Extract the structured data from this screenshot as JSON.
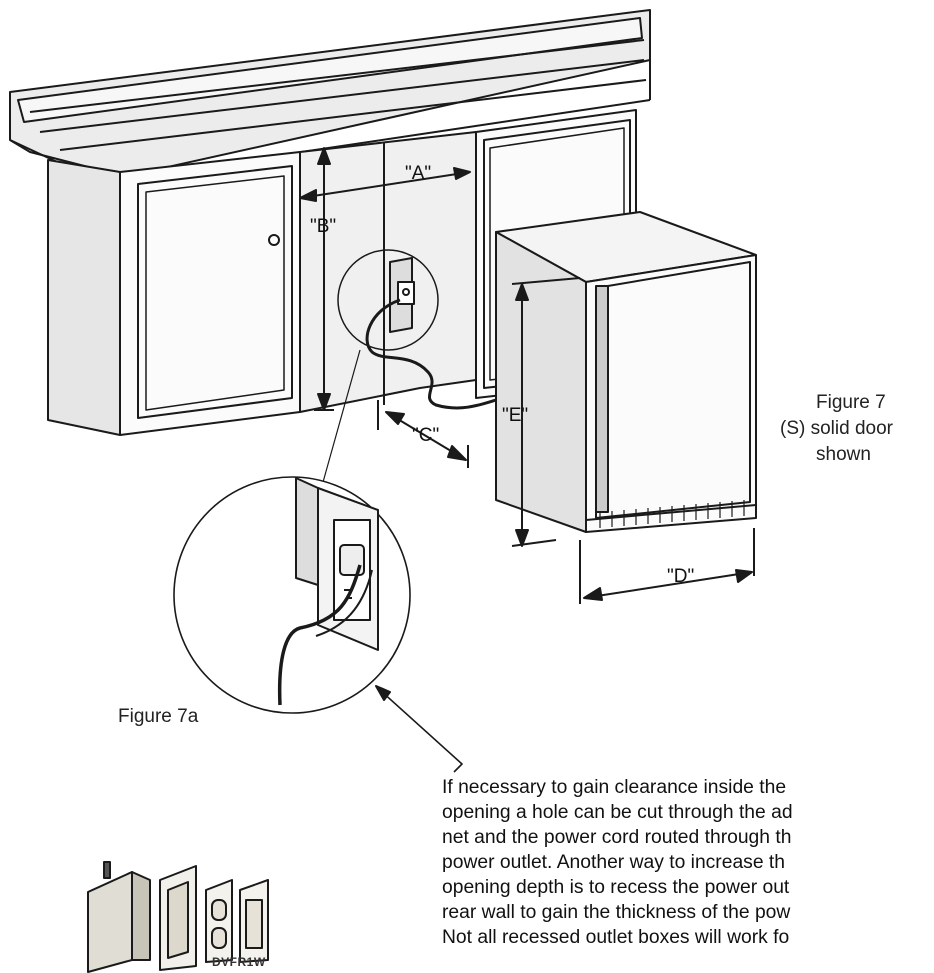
{
  "dimensions": {
    "a": "\"A\"",
    "b": "\"B\"",
    "c": "\"C\"",
    "d": "\"D\"",
    "e": "\"E\""
  },
  "figure7": {
    "line1": "Figure 7",
    "line2": "(S) solid door",
    "line3": "shown"
  },
  "figure7a": "Figure 7a",
  "note_lines": [
    "If necessary to gain clearance inside the",
    "opening a hole can be cut through the ad",
    "net and the power cord routed through th",
    "power outlet. Another way to increase th",
    "opening depth is to recess the power out",
    "rear wall to gain the thickness of the pow",
    "Not all recessed outlet boxes will work fo"
  ],
  "product_label": "DVFR1W"
}
